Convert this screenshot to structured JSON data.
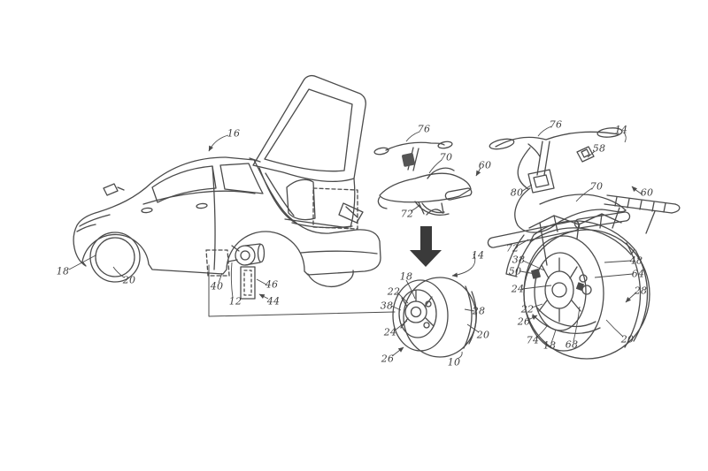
{
  "figure": {
    "type": "patent-line-drawing",
    "description": "Vehicle with removable rear wheel that converts into a self-propelled unicycle",
    "colors": {
      "background": "#ffffff",
      "line": "#4b4b4b",
      "label": "#3d3d3d",
      "arrow_fill": "#3a3a3a"
    }
  },
  "labels": {
    "car": {
      "n16": "16",
      "n18": "18",
      "n20": "20",
      "n40": "40",
      "n12": "12",
      "n46": "46",
      "n44": "44"
    },
    "folded_unicycle": {
      "n76": "76",
      "n70": "70",
      "n60": "60",
      "n72": "72"
    },
    "wheel_assembly": {
      "n10": "10",
      "n14": "14",
      "n18": "18",
      "n20": "20",
      "n22": "22",
      "n24": "24",
      "n26": "26",
      "n28": "28",
      "n38": "38"
    },
    "unicycle": {
      "n76": "76",
      "n14": "14",
      "n58": "58",
      "n70": "70",
      "n80": "80",
      "n60": "60",
      "n72": "72",
      "n38": "38",
      "n50": "50",
      "n24": "24",
      "n22": "22",
      "n26": "26",
      "n74": "74",
      "n18": "18",
      "n68": "68",
      "n48": "48",
      "n64": "64",
      "n28": "28",
      "n20": "20"
    }
  }
}
